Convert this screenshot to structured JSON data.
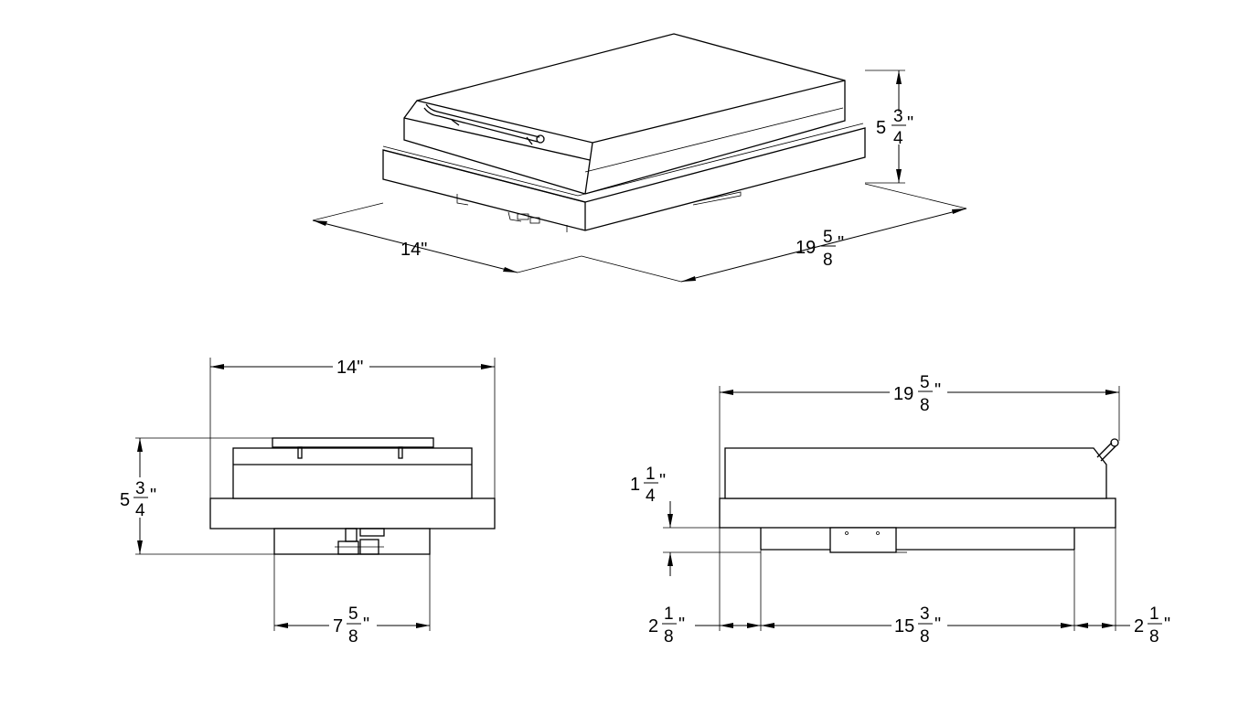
{
  "views": {
    "iso": {
      "width": "14\"",
      "depth_whole": "19",
      "depth_num": "5",
      "depth_den": "8",
      "depth_unit": "\"",
      "height_whole": "5",
      "height_num": "3",
      "height_den": "4",
      "height_unit": "\""
    },
    "front": {
      "width": "14\"",
      "height_whole": "5",
      "height_num": "3",
      "height_den": "4",
      "height_unit": "\"",
      "base_whole": "7",
      "base_num": "5",
      "base_den": "8",
      "base_unit": "\""
    },
    "side": {
      "length_whole": "19",
      "length_num": "5",
      "length_den": "8",
      "length_unit": "\"",
      "step_whole": "1",
      "step_num": "1",
      "step_den": "4",
      "step_unit": "\"",
      "left_whole": "2",
      "left_num": "1",
      "left_den": "8",
      "left_unit": "\"",
      "mid_whole": "15",
      "mid_num": "3",
      "mid_den": "8",
      "mid_unit": "\"",
      "right_whole": "2",
      "right_num": "1",
      "right_den": "8",
      "right_unit": "\""
    }
  }
}
